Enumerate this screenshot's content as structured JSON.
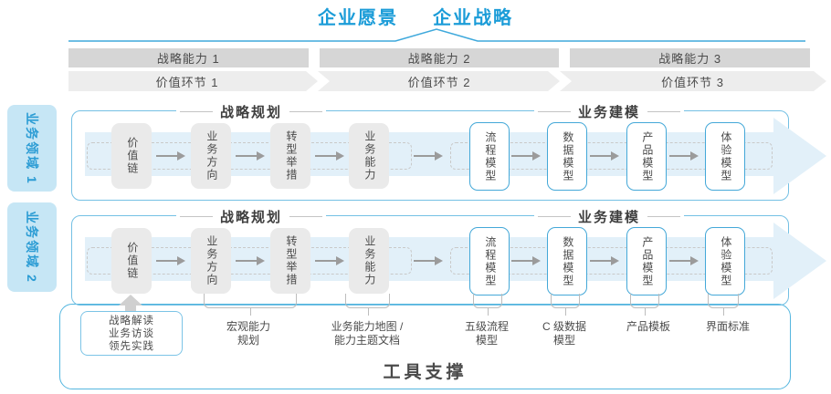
{
  "colors": {
    "accent_blue": "#1B9CD8",
    "line_blue": "#3FA9DC",
    "row_border_blue": "#74C0E4",
    "tool_border_blue": "#54B6DF",
    "band_dark_gray": "#D6D6D6",
    "band_light_gray": "#EDEDED",
    "node_gray_fill": "#EAEAEA",
    "node_blue_border": "#44A8D8",
    "flow_band_blue": "#E2F0F9",
    "arrow_gray": "#9B9B9B",
    "text_dark": "#4A4A4A",
    "tab_fill": "#C6E6F5",
    "tab_text": "#2B9CD4"
  },
  "header": {
    "vision_label": "企业愿景",
    "strategy_label": "企业战略"
  },
  "strategic_capabilities": [
    "战略能力 1",
    "战略能力 2",
    "战略能力 3"
  ],
  "value_links": [
    "价值环节 1",
    "价值环节 2",
    "价值环节 3"
  ],
  "business_domains": [
    "业务领域 1",
    "业务领域 2"
  ],
  "rows": [
    {
      "planning_header": "战略规划",
      "modeling_header": "业务建模",
      "planning_boxes": [
        "价值链",
        "业务方向",
        "转型举措",
        "业务能力"
      ],
      "modeling_boxes": [
        "流程模型",
        "数据模型",
        "产品模型",
        "体验模型"
      ]
    },
    {
      "planning_header": "战略规划",
      "modeling_header": "业务建模",
      "planning_boxes": [
        "价值链",
        "业务方向",
        "转型举措",
        "业务能力"
      ],
      "modeling_boxes": [
        "流程模型",
        "数据模型",
        "产品模型",
        "体验模型"
      ]
    }
  ],
  "annotations": {
    "inputs_box": {
      "lines": [
        "战略解读",
        "业务访谈",
        "领先实践"
      ]
    },
    "macro_capability": {
      "lines": [
        "宏观能力",
        "规划"
      ]
    },
    "capability_map": {
      "lines": [
        "业务能力地图 /",
        "能力主题文档"
      ]
    },
    "process_model": {
      "lines": [
        "五级流程",
        "模型"
      ]
    },
    "data_model": {
      "lines": [
        "C 级数据",
        "模型"
      ]
    },
    "product_template": {
      "lines": [
        "产品模板"
      ]
    },
    "ui_standard": {
      "lines": [
        "界面标准"
      ]
    }
  },
  "tool_support_label": "工具支撑"
}
